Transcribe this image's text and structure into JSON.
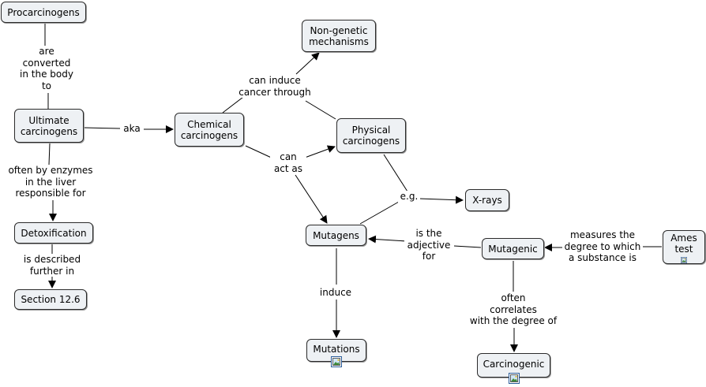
{
  "concept_map": {
    "concepts": {
      "procarcinogens": "Procarcinogens",
      "ultimate": "Ultimate\ncarcinogens",
      "chemical": "Chemical\ncarcinogens",
      "non_genetic": "Non-genetic\nmechanisms",
      "physical": "Physical\ncarcinogens",
      "x_rays": "X-rays",
      "detox": "Detoxification",
      "section": "Section 12.6",
      "mutagens": "Mutagens",
      "mutagenic": "Mutagenic",
      "ames": "Ames\ntest",
      "mutations": "Mutations",
      "carcinogenic": "Carcinogenic"
    },
    "linking_phrases": {
      "are_converted": "are\nconverted\nin the body\nto",
      "aka": "aka",
      "can_induce": "can induce\ncancer through",
      "can_act_as": "can\nact as",
      "eg": "e.g.",
      "often_by_enzymes": "often by enzymes\nin the liver\nresponsible for",
      "is_described": "is described\nfurther in",
      "is_adjective": "is the\nadjective\nfor",
      "measures": "measures the\ndegree to which\na substance is",
      "induce": "induce",
      "often_correlates": "often\ncorrelates\nwith the degree of"
    },
    "resource_icon": "image-resource-icon"
  }
}
